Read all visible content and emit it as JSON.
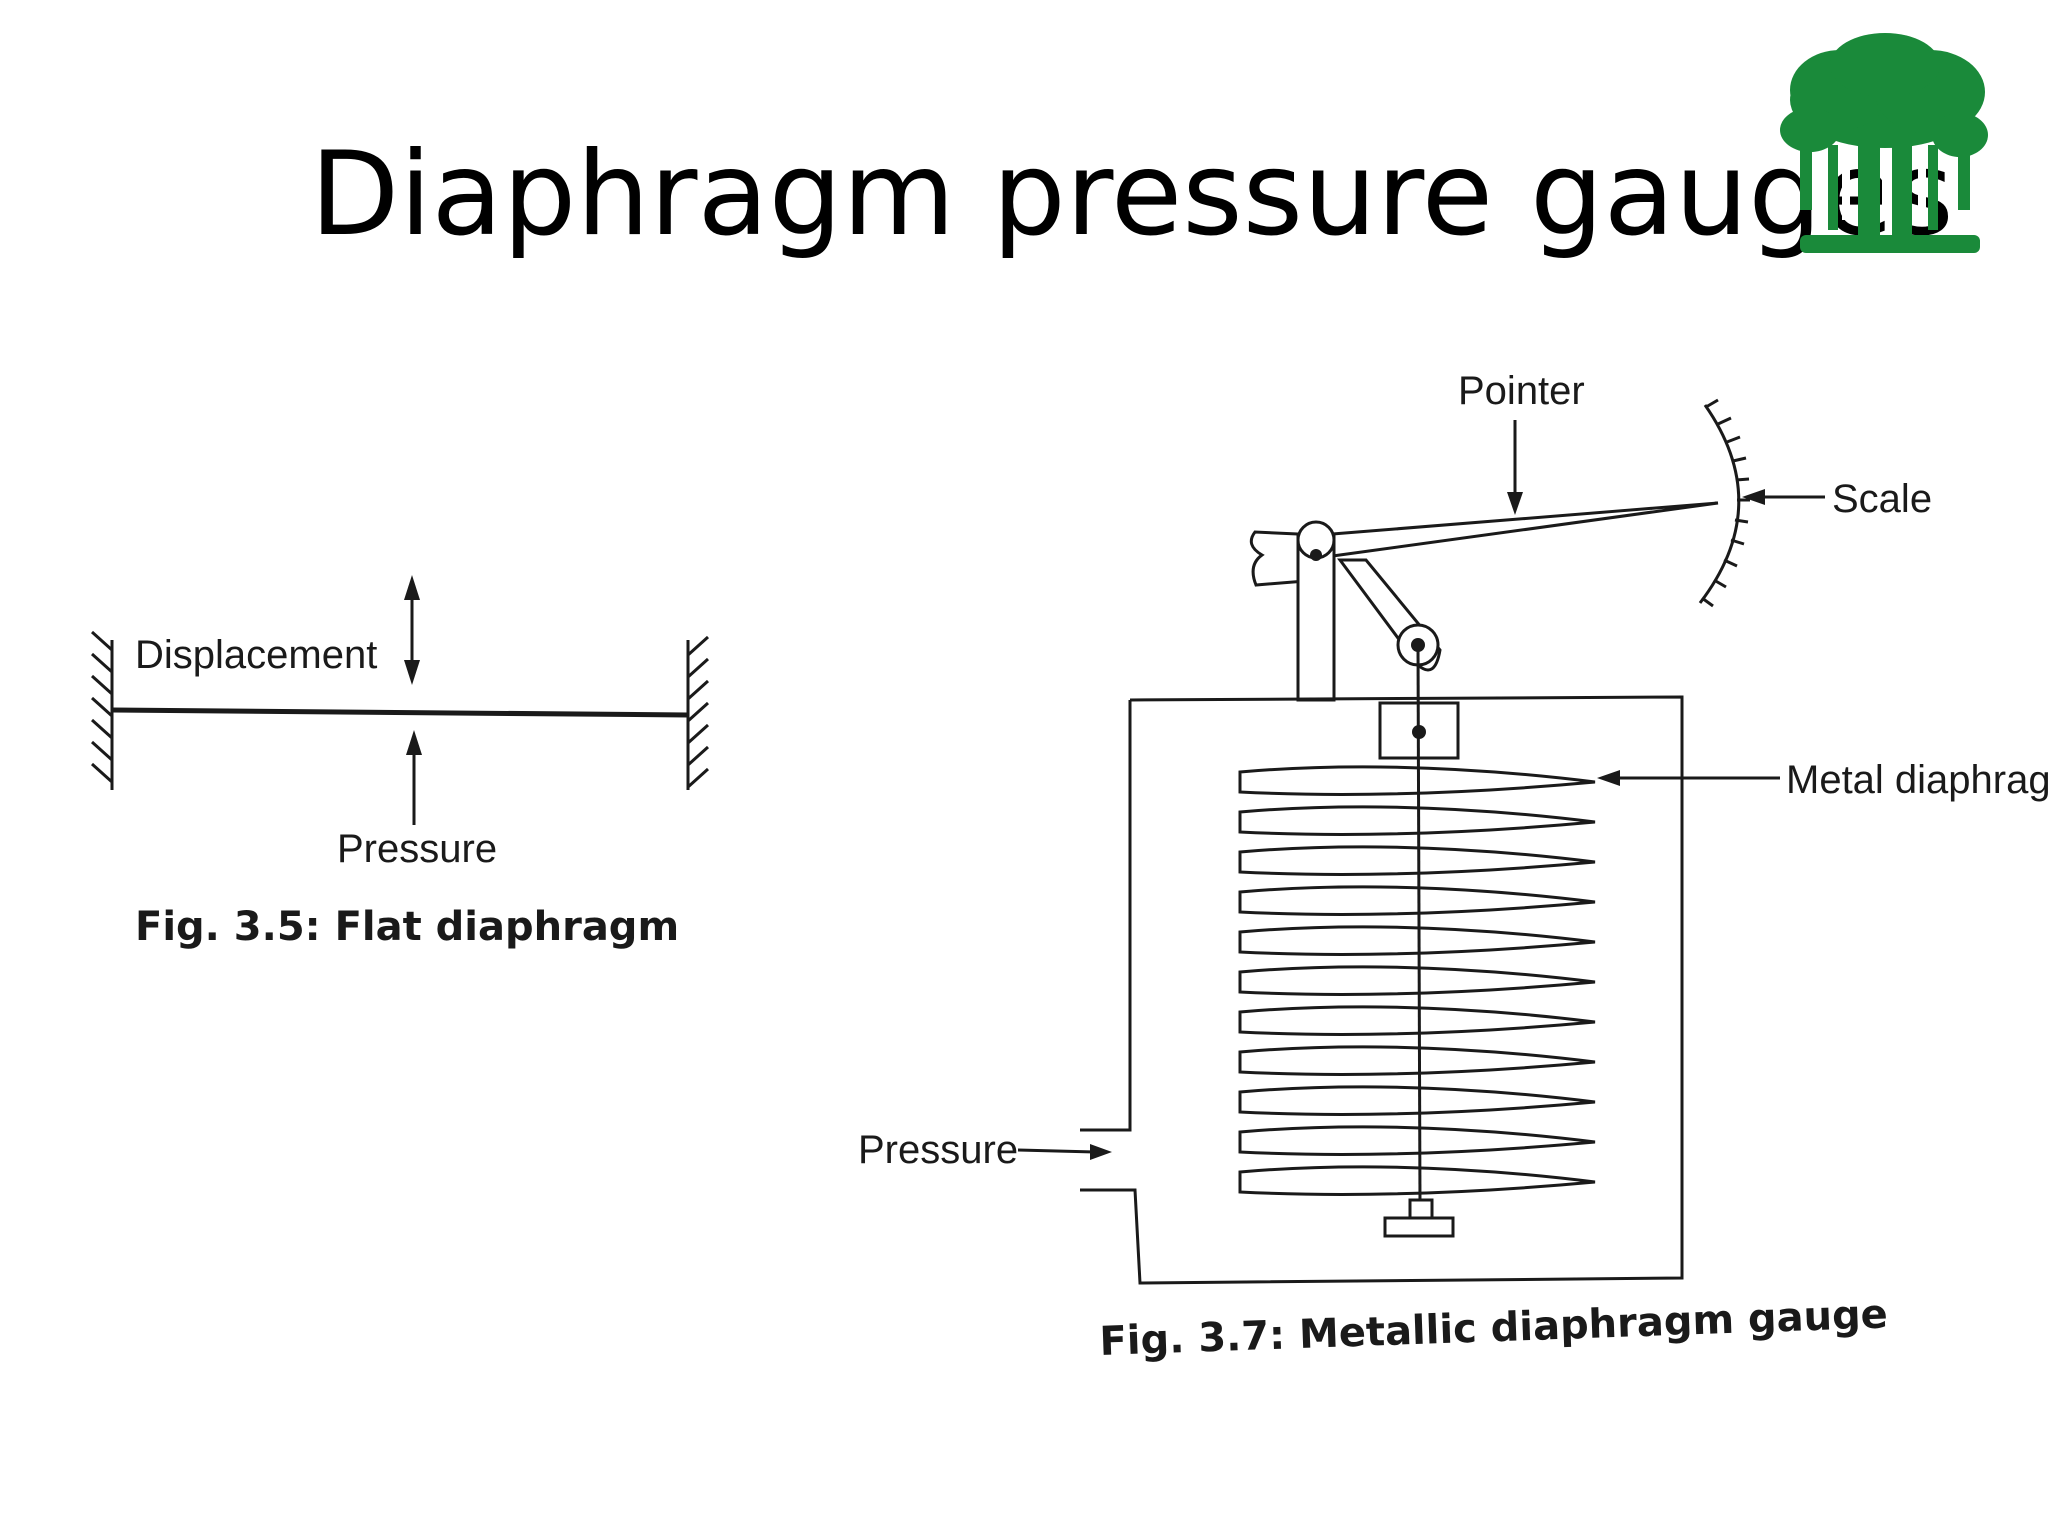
{
  "slide": {
    "title": "Diaphragm pressure gauges",
    "logo_icon": "banyan-tree-logo-icon",
    "logo_color": "#1a8a3a"
  },
  "figure_flat": {
    "displacement_label": "Displacement",
    "pressure_label": "Pressure",
    "caption": "Fig. 3.5: Flat diaphragm"
  },
  "figure_metallic": {
    "pointer_label": "Pointer",
    "scale_label": "Scale",
    "metal_diaphragm_label": "Metal diaphrag",
    "pressure_label": "Pressure",
    "caption": "Fig. 3.7: Metallic diaphragm gauge"
  }
}
